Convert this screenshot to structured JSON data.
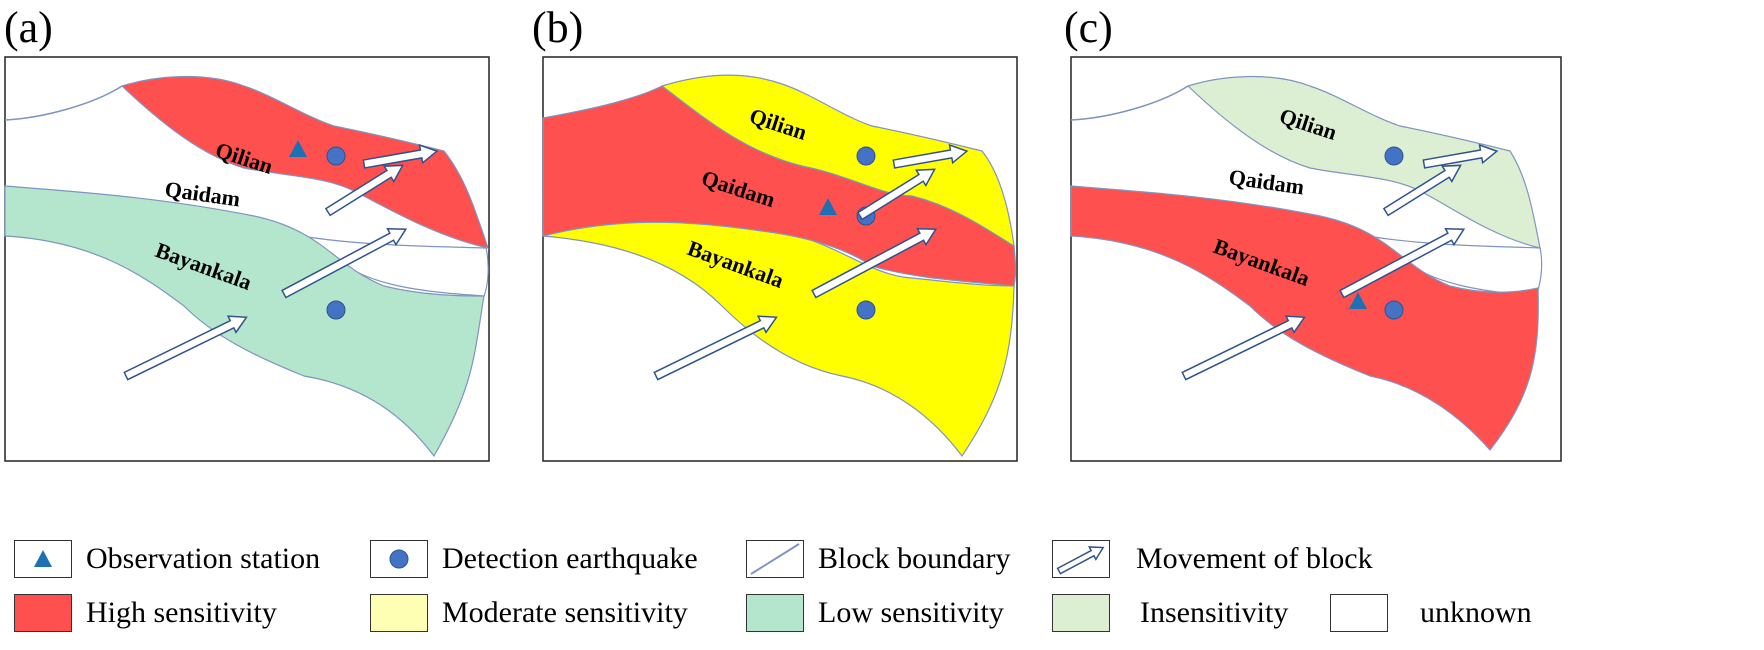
{
  "panels": [
    {
      "label": "(a)",
      "regions": {
        "qilian": "#ff5050",
        "qaidam": "#ffffff",
        "bayankala": "#b3e6cc"
      }
    },
    {
      "label": "(b)",
      "regions": {
        "qilian": "#ffff00",
        "qaidam": "#ff5050",
        "bayankala": "#ffff00"
      }
    },
    {
      "label": "(c)",
      "regions": {
        "qilian": "#dcefd2",
        "qaidam": "#ffffff",
        "bayankala": "#ff5050"
      }
    }
  ],
  "region_names": {
    "qilian": "Qilian",
    "qaidam": "Qaidam",
    "bayankala": "Bayankala"
  },
  "legend": {
    "observation_station": "Observation station",
    "detection_earthquake": "Detection earthquake",
    "block_boundary": "Block boundary",
    "movement_of_block": "Movement of block",
    "high": "High sensitivity",
    "moderate": "Moderate sensitivity",
    "low": "Low sensitivity",
    "insensitivity": "Insensitivity",
    "unknown": "unknown"
  },
  "colors": {
    "high": "#ff5050",
    "moderate": "#ffffb3",
    "low": "#b3e6cc",
    "insensitivity": "#dcefd2",
    "unknown": "#ffffff",
    "station": "#1f6fb5",
    "earthquake": "#4472c4",
    "boundary": "#7f94c0"
  }
}
